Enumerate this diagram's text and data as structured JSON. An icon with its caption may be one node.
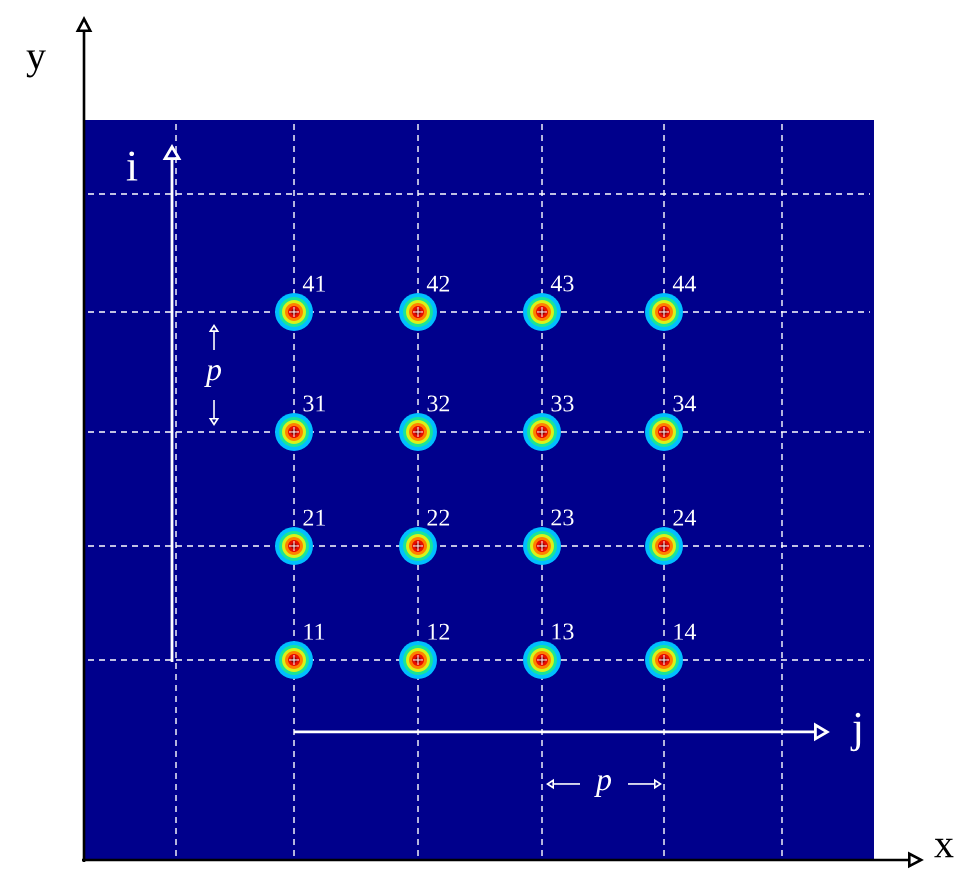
{
  "diagram": {
    "nodes": [
      {
        "text": [],
        "shape": "circle",
        "beside": [
          "41"
        ]
      },
      {
        "text": [],
        "shape": "circle",
        "beside": [
          "42"
        ]
      },
      {
        "text": [],
        "shape": "circle",
        "beside": [
          "43"
        ]
      },
      {
        "text": [],
        "shape": "circle",
        "beside": [
          "44"
        ]
      },
      {
        "text": [],
        "shape": "circle",
        "beside": [
          "31"
        ]
      },
      {
        "text": [],
        "shape": "circle",
        "beside": [
          "32"
        ]
      },
      {
        "text": [],
        "shape": "circle",
        "beside": [
          "33"
        ]
      },
      {
        "text": [],
        "shape": "circle",
        "beside": [
          "34"
        ]
      },
      {
        "text": [],
        "shape": "circle",
        "beside": [
          "21"
        ]
      },
      {
        "text": [],
        "shape": "circle",
        "beside": [
          "22"
        ]
      },
      {
        "text": [],
        "shape": "circle",
        "beside": [
          "23"
        ]
      },
      {
        "text": [],
        "shape": "circle",
        "beside": [
          "24"
        ]
      },
      {
        "text": [],
        "shape": "circle",
        "beside": [
          "11"
        ]
      },
      {
        "text": [],
        "shape": "circle",
        "beside": [
          "12"
        ]
      },
      {
        "text": [],
        "shape": "circle",
        "beside": [
          "13"
        ]
      },
      {
        "text": [],
        "shape": "circle",
        "beside": [
          "14"
        ]
      }
    ],
    "labels": [
      "y",
      "x",
      "i",
      "j",
      "p",
      "p"
    ]
  }
}
